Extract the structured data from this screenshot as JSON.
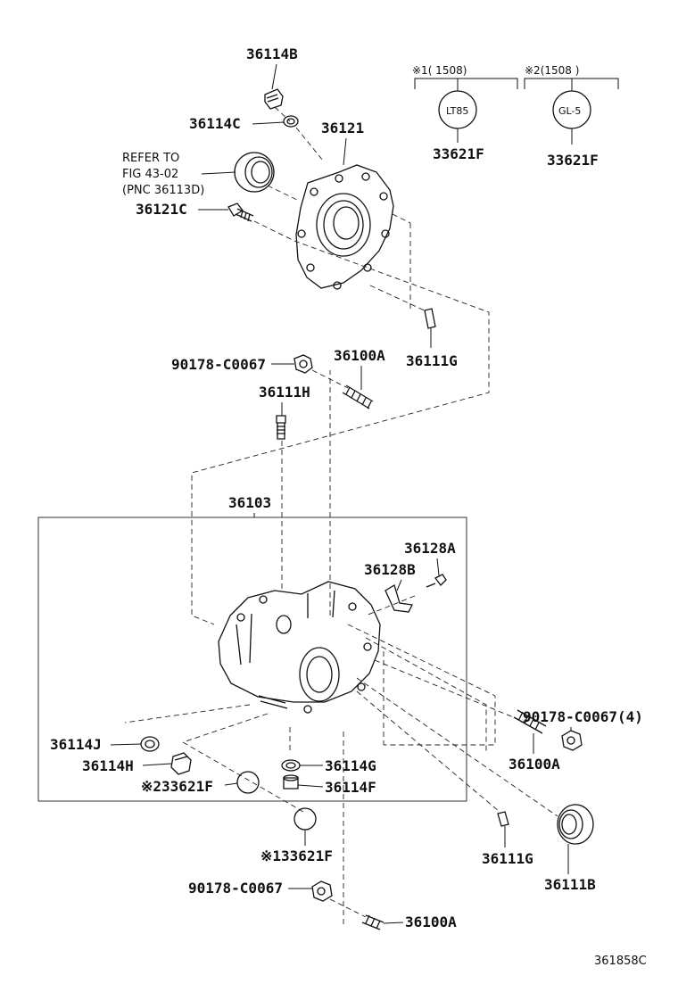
{
  "labels": {
    "l_36114B": "36114B",
    "l_36114C": "36114C",
    "l_36121": "36121",
    "l_refer": "REFER TO",
    "l_fig": "FIG 43-02",
    "l_pnc": "(PNC 36113D)",
    "l_36121C": "36121C",
    "l_90178_top": "90178-C0067",
    "l_36100A_top": "36100A",
    "l_36111G_top": "36111G",
    "l_36111H": "36111H",
    "l_36103": "36103",
    "l_36128A": "36128A",
    "l_36128B": "36128B",
    "l_90178_4": "90178-C0067(4)",
    "l_36114J": "36114J",
    "l_36114H": "36114H",
    "l_33621F_m2": "※233621F",
    "l_36114G": "36114G",
    "l_36114F": "36114F",
    "l_36100A_mid": "36100A",
    "l_36111G_bot": "36111G",
    "l_36111B": "36111B",
    "l_33621F_m1": "※133621F",
    "l_90178_bot": "90178-C0067",
    "l_36100A_bot": "36100A"
  },
  "notes": {
    "note1": "※1(     1508)",
    "note2": "※2(1508     )",
    "lt85": "LT85",
    "gl5": "GL-5",
    "n1_part": "33621F",
    "n2_part": "33621F"
  },
  "figure_id": "361858C"
}
